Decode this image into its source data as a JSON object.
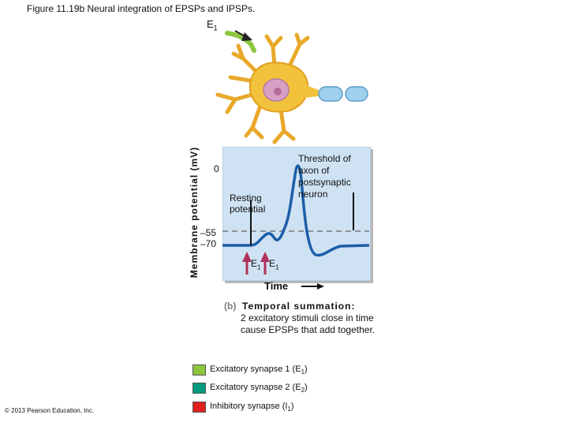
{
  "figure": {
    "title": "Figure 11.19b Neural integration of EPSPs and IPSPs.",
    "neuron_label": "E",
    "neuron_label_sub": "1"
  },
  "plot": {
    "y_axis_label": "Membrane potential (mV)",
    "tick_zero": "0",
    "tick_m55": "–55",
    "tick_m70": "–70",
    "resting_label": "Resting potential",
    "threshold_label": "Threshold of axon of postsynaptic neuron",
    "stimulus_1": "E",
    "stimulus_1_sub": "1",
    "stimulus_2": "E",
    "stimulus_2_sub": "1",
    "time_label": "Time"
  },
  "caption": {
    "part": "(b)",
    "title": "Temporal summation:",
    "body": "2 excitatory stimuli close in time cause EPSPs that add together."
  },
  "legend": [
    {
      "label": "Excitatory synapse 1 (E",
      "sub": "1",
      "close": ")",
      "color": "#8cc63f"
    },
    {
      "label": "Excitatory synapse 2 (E",
      "sub": "2",
      "close": ")",
      "color": "#009a80"
    },
    {
      "label": "Inhibitory synapse (I",
      "sub": "1",
      "close": ")",
      "color": "#e02020"
    }
  ],
  "copyright": "© 2013 Pearson Education, Inc.",
  "colors": {
    "trace": "#1c5ea8",
    "threshold_line": "#777777",
    "stimulus_arrow": "#b0305a",
    "cell_body": "#f3c23c",
    "nucleus": "#d9a0c6",
    "axon_sheath": "#9fd1ef",
    "input_axon": "#8cc63f"
  }
}
